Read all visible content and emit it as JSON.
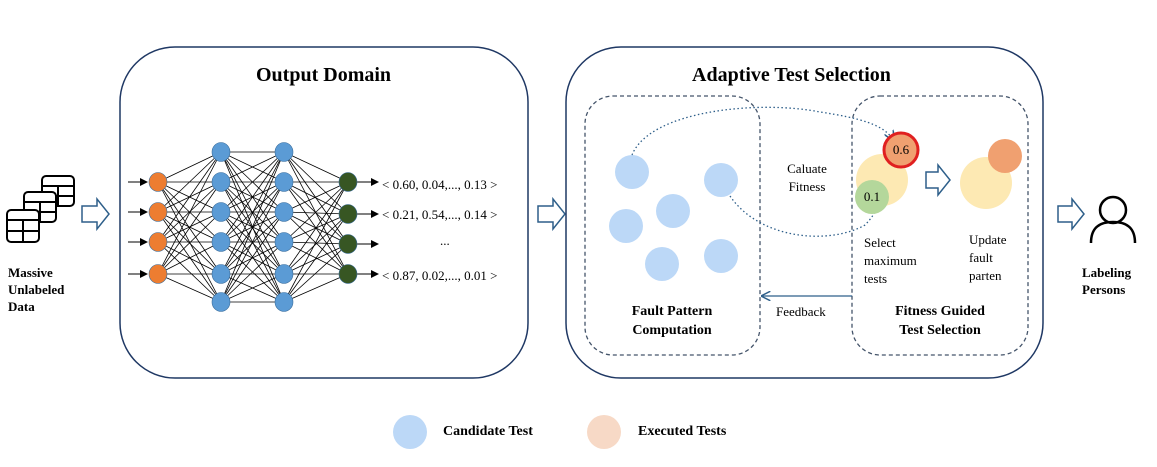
{
  "input": {
    "label_lines": [
      "Massive",
      "Unlabeled",
      "Data"
    ]
  },
  "output_domain": {
    "title": "Output Domain",
    "vectors": [
      "< 0.60, 0.04,..., 0.13 >",
      "< 0.21, 0.54,..., 0.14 >",
      "...",
      "< 0.87, 0.02,..., 0.01 >"
    ]
  },
  "adaptive": {
    "title": "Adaptive Test Selection",
    "fault_pattern": {
      "lines": [
        "Fault Pattern",
        "Computation"
      ]
    },
    "fitness_guided": {
      "lines": [
        "Fitness Guided",
        "Test Selection"
      ]
    },
    "calculate_fitness": [
      "Caluate",
      "Fitness"
    ],
    "select_label": [
      "Select",
      "maximum",
      "tests"
    ],
    "update_label": [
      "Update",
      "fault",
      "parten"
    ],
    "feedback": "Feedback",
    "value_high": "0.6",
    "value_low": "0.1"
  },
  "output": {
    "label_lines": [
      "Labeling",
      "Persons"
    ]
  },
  "legend": {
    "candidate": "Candidate Test",
    "executed": "Executed Tests"
  },
  "colors": {
    "candidate": "#bcd8f7",
    "executed": "#f7d9c6",
    "orange_node": "#ed7d31",
    "blue_node": "#5b9bd5",
    "green_node": "#375623",
    "panel_border": "#1f3864",
    "arrow_outline": "#2e5f8a",
    "highlight_red": "#e02020",
    "green_small": "#b4d79b",
    "yellow": "#fde9b3",
    "salmon": "#f0a070"
  }
}
